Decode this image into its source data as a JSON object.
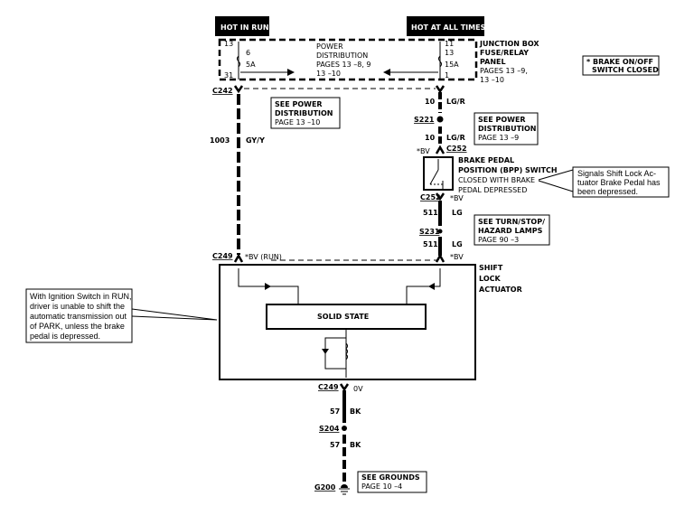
{
  "headers": {
    "left": "HOT IN RUN",
    "right": "HOT AT ALL TIMES"
  },
  "junction_box": {
    "left_fuse": {
      "top_pin": "13",
      "fuse_no": "6",
      "rating": "5A",
      "bottom_pin": "31"
    },
    "right_fuse": {
      "top_pin": "11",
      "fuse_no": "13",
      "rating": "15A",
      "bottom_pin": "1"
    },
    "center_text": [
      "POWER",
      "DISTRIBUTION",
      "PAGES 13 –8, 9",
      "13 –10"
    ],
    "label": [
      "JUNCTION BOX",
      "FUSE/RELAY",
      "PANEL"
    ],
    "pages": [
      "PAGES 13 –9,",
      "13 –10"
    ]
  },
  "note_box": [
    "* BRAKE ON/OFF",
    "SWITCH CLOSED"
  ],
  "left_circuit": {
    "connector_top": "C242",
    "wire_no": "1003",
    "wire_color": "GY/Y",
    "ref_box": [
      "SEE POWER",
      "DISTRIBUTION",
      "PAGE 13 –10"
    ],
    "connector_bottom": "C249",
    "voltage": "*BV (RUN)"
  },
  "right_circuit": {
    "wire1_no": "10",
    "wire1_color": "LG/R",
    "splice1": "S221",
    "wire2_no": "10",
    "wire2_color": "LG/R",
    "ref_box1": [
      "SEE POWER",
      "DISTRIBUTION",
      "PAGE 13 –9"
    ],
    "connector1": "C252",
    "voltage1": "*BV",
    "switch_label": [
      "BRAKE PEDAL",
      "POSITION (BPP) SWITCH"
    ],
    "switch_desc": [
      "CLOSED WITH BRAKE",
      "PEDAL DEPRESSED"
    ],
    "connector2": "C252",
    "voltage2": "*BV",
    "wire3_no": "511",
    "wire3_color": "LG",
    "splice2": "S231",
    "wire4_no": "511",
    "wire4_color": "LG",
    "voltage3": "*BV",
    "ref_box2": [
      "SEE TURN/STOP/",
      "HAZARD LAMPS",
      "PAGE 90 –3"
    ]
  },
  "callout_right": [
    "Signals Shift Lock Ac-",
    "tuator Brake Pedal has",
    "been  depressed."
  ],
  "callout_left": [
    "With Ignition Switch in RUN,",
    "driver is unable to shift the",
    "automatic transmission out",
    "of PARK, unless the brake",
    "pedal is depressed."
  ],
  "actuator": {
    "label": [
      "SHIFT",
      "LOCK",
      "ACTUATOR"
    ],
    "module": "SOLID STATE"
  },
  "ground_circuit": {
    "connector": "C249",
    "voltage": "0V",
    "wire1_no": "57",
    "wire1_color": "BK",
    "splice": "S204",
    "wire2_no": "57",
    "wire2_color": "BK",
    "ground": "G200",
    "ref_box": [
      "SEE  GROUNDS",
      "PAGE 10 –4"
    ]
  }
}
